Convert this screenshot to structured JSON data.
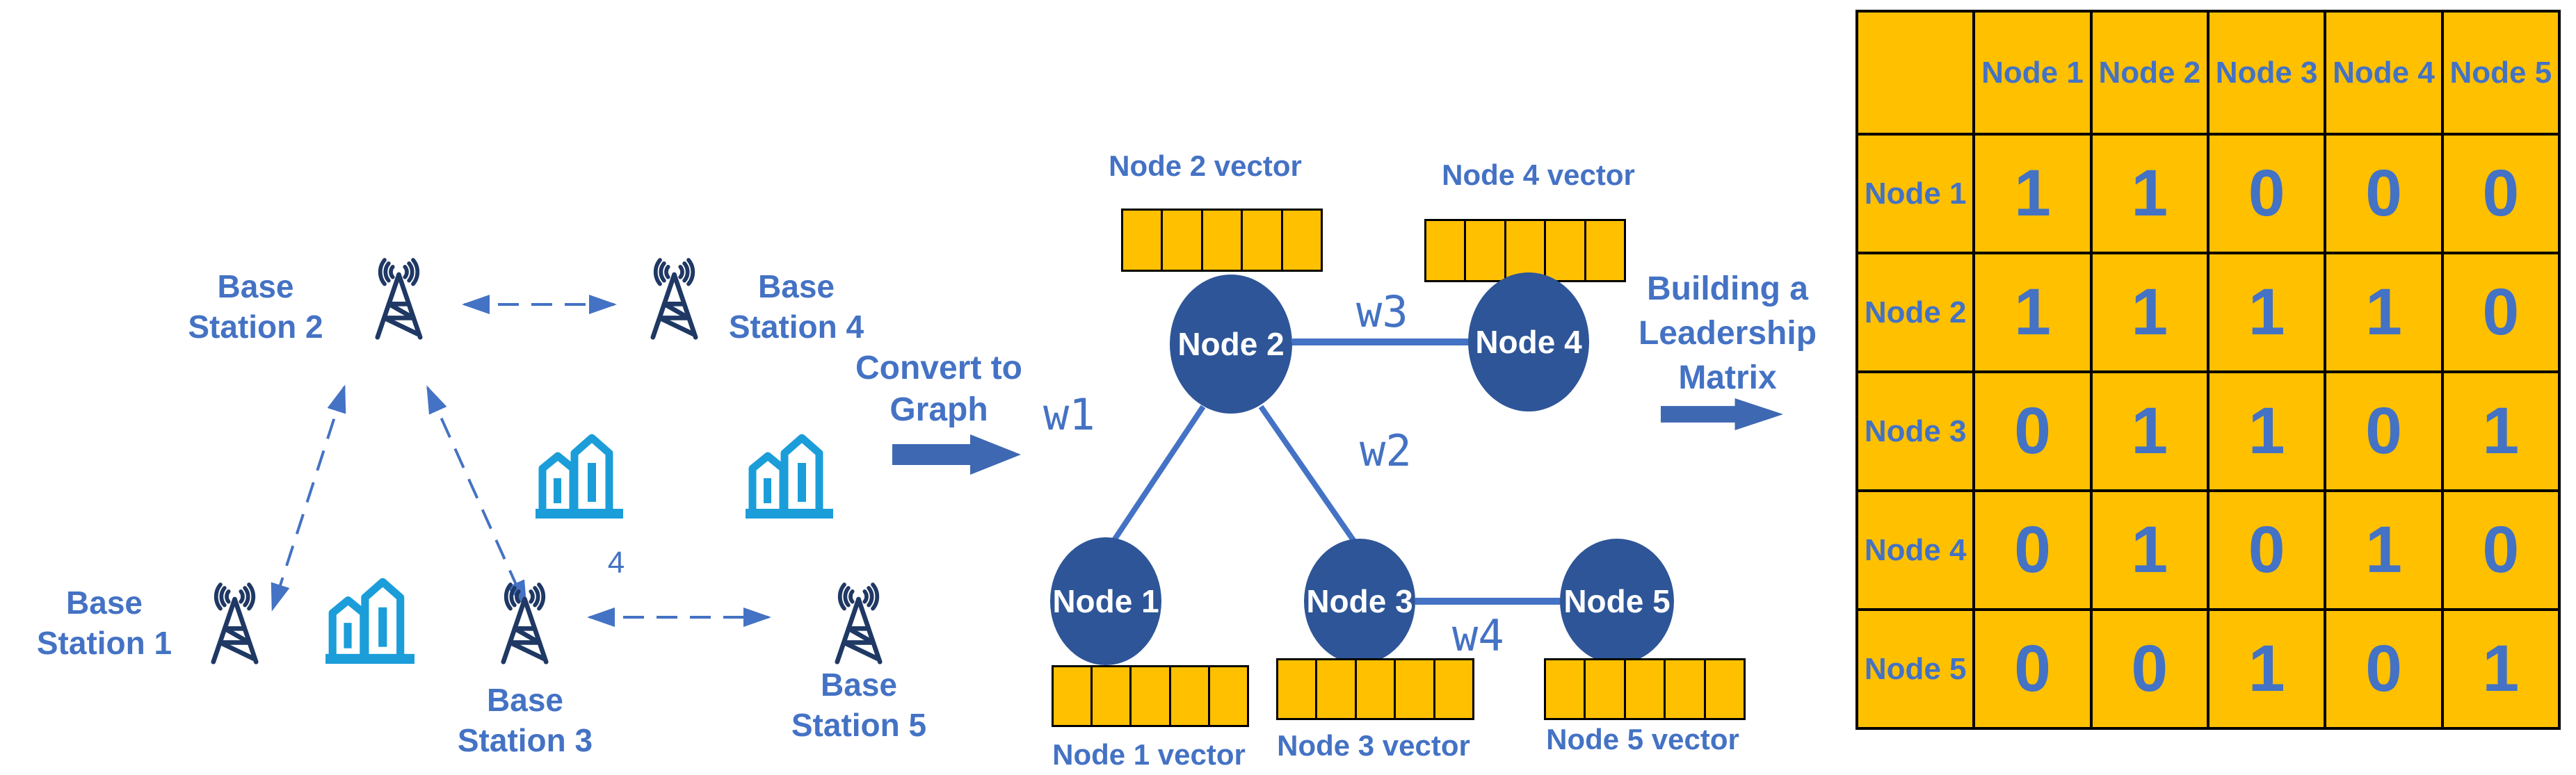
{
  "left": {
    "stations": [
      {
        "line1": "Base",
        "line2": "Station 1"
      },
      {
        "line1": "Base",
        "line2": "Station 2"
      },
      {
        "line1": "Base",
        "line2": "Station 3"
      },
      {
        "line1": "Base",
        "line2": "Station 4"
      },
      {
        "line1": "Base",
        "line2": "Station 5"
      }
    ],
    "stray_number": "4"
  },
  "flow": {
    "convert": {
      "line1": "Convert to",
      "line2": "Graph"
    },
    "build": {
      "line1": "Building a",
      "line2": "Leadership",
      "line3": "Matrix"
    }
  },
  "graph": {
    "nodes": [
      {
        "label": "Node 1"
      },
      {
        "label": "Node 2"
      },
      {
        "label": "Node 3"
      },
      {
        "label": "Node 4"
      },
      {
        "label": "Node 5"
      }
    ],
    "edge_labels": [
      "w1",
      "w2",
      "w3",
      "w4"
    ],
    "vector_labels": [
      "Node 1 vector",
      "Node 2 vector",
      "Node 3 vector",
      "Node 4 vector",
      "Node 5 vector"
    ],
    "vector_cell_count": 5
  },
  "matrix": {
    "col_headers": [
      "Node 1",
      "Node 2",
      "Node 3",
      "Node 4",
      "Node 5"
    ],
    "rows": [
      {
        "label": "Node 1",
        "values": [
          1,
          1,
          0,
          0,
          0
        ]
      },
      {
        "label": "Node 2",
        "values": [
          1,
          1,
          1,
          1,
          0
        ]
      },
      {
        "label": "Node 3",
        "values": [
          0,
          1,
          1,
          0,
          1
        ]
      },
      {
        "label": "Node 4",
        "values": [
          0,
          1,
          0,
          1,
          0
        ]
      },
      {
        "label": "Node 5",
        "values": [
          0,
          0,
          1,
          0,
          1
        ]
      }
    ]
  },
  "colors": {
    "label_blue": "#4472C4",
    "tower_navy": "#1F3864",
    "node_fill": "#2E5597",
    "building_cyan": "#1B9DD9",
    "matrix_gold": "#FFC000",
    "block_arrow": "#3E68B2",
    "grid_line": "#000000"
  }
}
